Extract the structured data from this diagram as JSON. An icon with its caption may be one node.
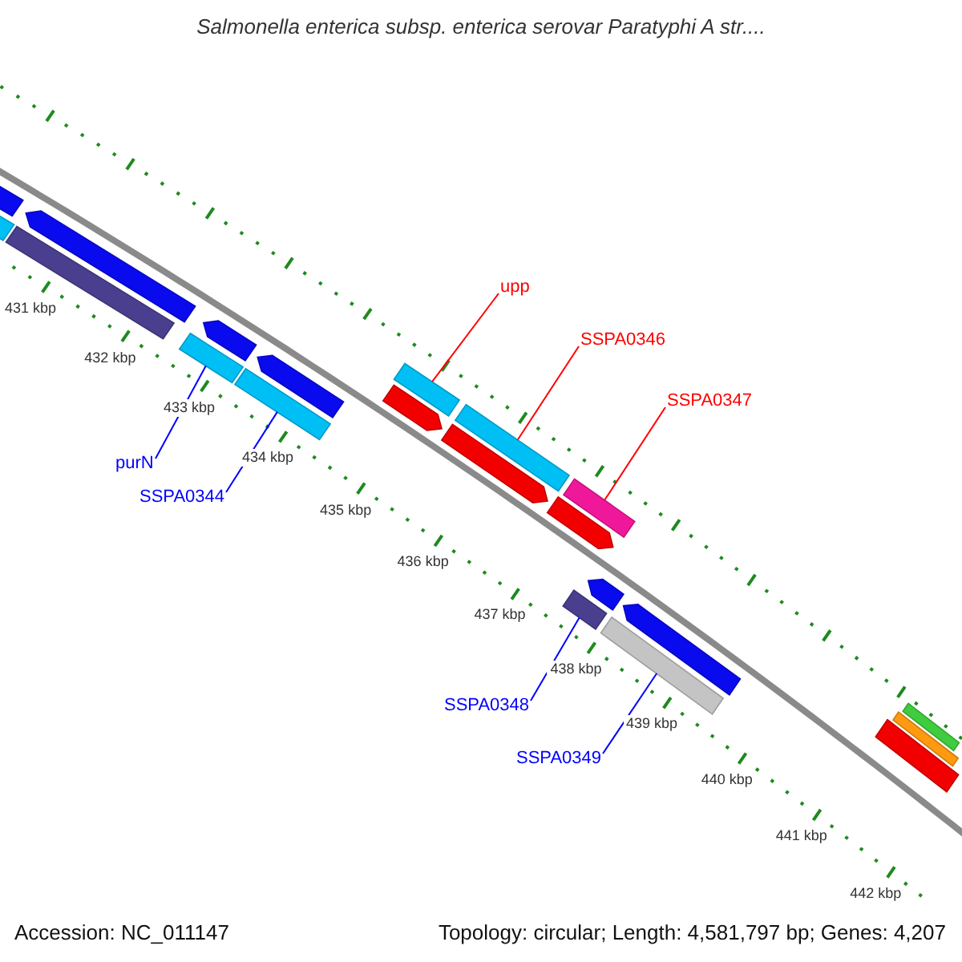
{
  "diagram": {
    "title": "Salmonella enterica subsp. enterica serovar Paratyphi A str....",
    "nodes": [
      {
        "text": [
          "upp"
        ]
      },
      {
        "text": [
          "SSPA0346"
        ]
      },
      {
        "text": [
          "SSPA0347"
        ]
      },
      {
        "text": [
          "purN"
        ]
      },
      {
        "text": [
          "SSPA0344"
        ]
      },
      {
        "text": [
          "SSPA0348"
        ]
      },
      {
        "text": [
          "SSPA0349"
        ]
      },
      {
        "text": [],
        "shape": "bar"
      },
      {
        "text": [],
        "shape": "bar"
      },
      {
        "text": [],
        "shape": "bar"
      },
      {
        "text": [],
        "shape": "bar"
      },
      {
        "text": [],
        "shape": "bar"
      },
      {
        "text": [],
        "shape": "bar"
      },
      {
        "text": [],
        "shape": "bar"
      },
      {
        "text": [],
        "shape": "bar"
      },
      {
        "text": [],
        "shape": "bar"
      },
      {
        "text": [],
        "shape": "bar"
      },
      {
        "text": [],
        "shape": "bar"
      },
      {
        "text": [],
        "shape": "bar"
      },
      {
        "text": [],
        "shape": "bar"
      },
      {
        "text": [],
        "shape": "bar"
      },
      {
        "text": [],
        "shape": "bar"
      },
      {
        "text": [],
        "shape": "bar"
      },
      {
        "text": [],
        "shape": "bar"
      },
      {
        "text": [],
        "shape": "bar"
      },
      {
        "text": [],
        "shape": "bar"
      },
      {
        "text": [],
        "shape": "bar"
      },
      {
        "text": [],
        "shape": "bar"
      }
    ],
    "edges": [
      {
        "from": 0,
        "to": 7,
        "arrow": "none",
        "color": "#ff0000"
      },
      {
        "from": 1,
        "to": 8,
        "arrow": "none",
        "color": "#ff0000"
      },
      {
        "from": 2,
        "to": 9,
        "arrow": "none",
        "color": "#ff0000"
      },
      {
        "from": 3,
        "to": 10,
        "arrow": "none"
      },
      {
        "from": 4,
        "to": 11,
        "arrow": "none"
      },
      {
        "from": 5,
        "to": 12,
        "arrow": "none"
      },
      {
        "from": 6,
        "to": 13,
        "arrow": "none"
      }
    ],
    "labels": [
      "431 kbp",
      "432 kbp",
      "433 kbp",
      "434 kbp",
      "435 kbp",
      "436 kbp",
      "437 kbp",
      "438 kbp",
      "439 kbp",
      "440 kbp",
      "441 kbp",
      "442 kbp",
      "Accession: NC_011147",
      "Topology: circular; Length: 4,581,797 bp; Genes: 4,207"
    ]
  }
}
